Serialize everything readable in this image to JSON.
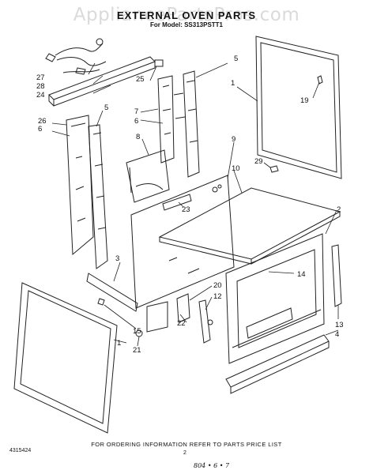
{
  "header": {
    "watermark": "AppliancePartsPros.com",
    "title": "EXTERNAL OVEN PARTS",
    "model_line": "For Model: SS313PSTT1"
  },
  "callouts": [
    "1",
    "2",
    "3",
    "4",
    "5",
    "5",
    "6",
    "6",
    "7",
    "8",
    "9",
    "10",
    "12",
    "13",
    "14",
    "15",
    "19",
    "20",
    "21",
    "22",
    "23",
    "24",
    "25",
    "26",
    "27",
    "28",
    "29"
  ],
  "footer": {
    "note": "FOR ORDERING INFORMATION REFER TO PARTS PRICE LIST",
    "doc_number": "4315424",
    "page_number": "2",
    "handwritten_mark": "804 • 6 • 7"
  }
}
